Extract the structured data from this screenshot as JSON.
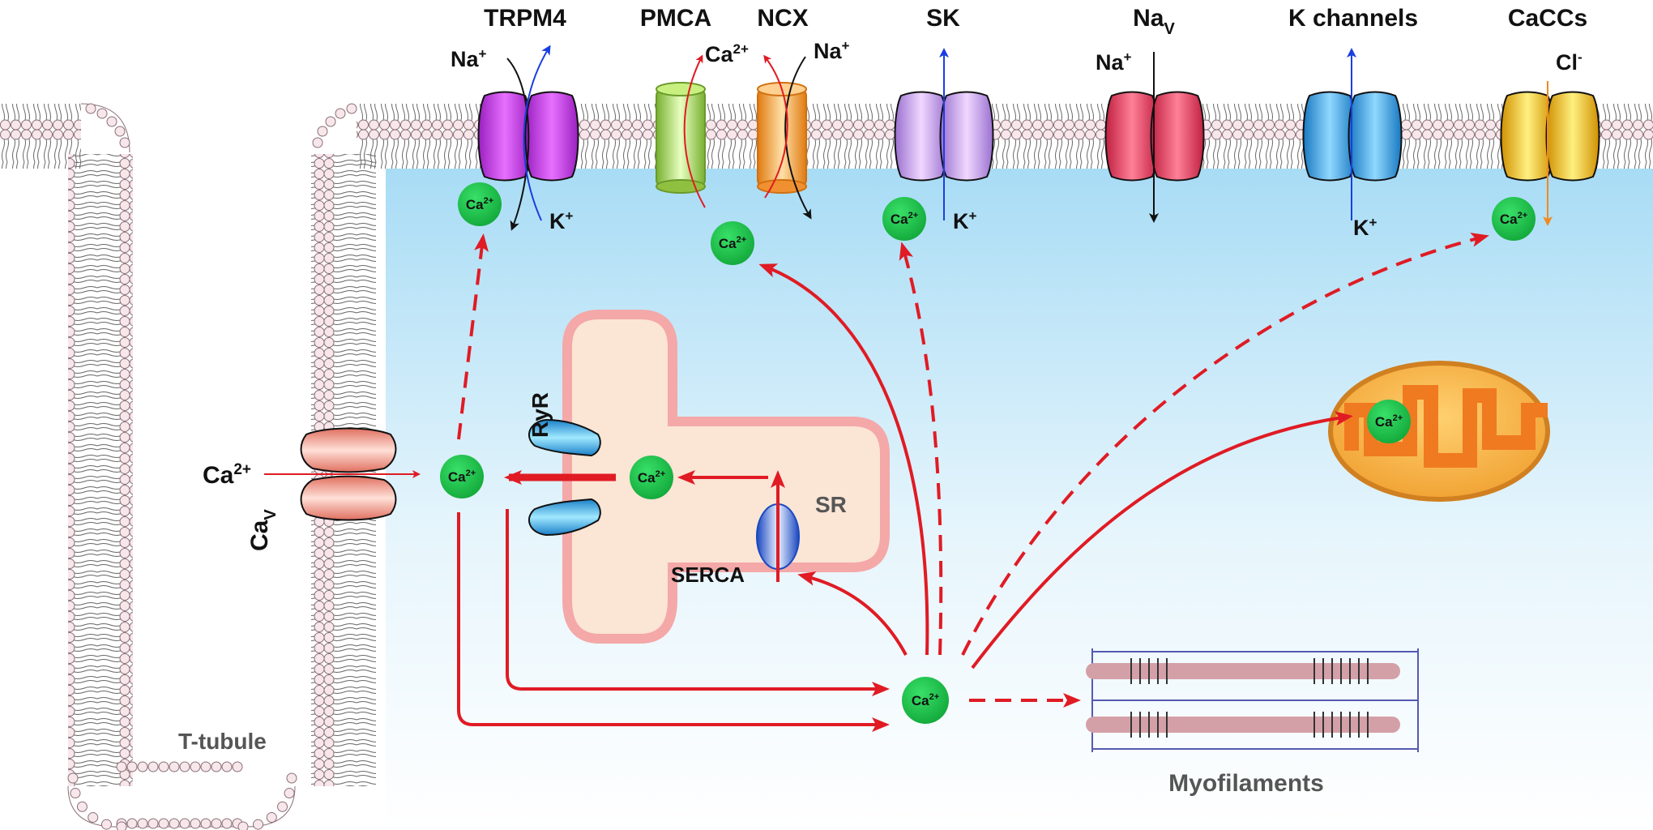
{
  "labels": {
    "trpm4": "TRPM4",
    "pmca": "PMCA",
    "ncx": "NCX",
    "sk": "SK",
    "nav_main": "Na",
    "nav_sub": "V",
    "kchannels": "K channels",
    "caccs": "CaCCs",
    "ryr": "RyR",
    "sr": "SR",
    "serca": "SERCA",
    "t_tubule": "T-tubule",
    "myofilaments": "Myofilaments",
    "cav_main": "Ca",
    "cav_sub": "V"
  },
  "ions": {
    "na": "Na",
    "na_sup": "+",
    "k": "K",
    "k_sup": "+",
    "ca": "Ca",
    "ca_sup": "2+",
    "cl": "Cl",
    "cl_sup": "-"
  },
  "colors": {
    "cytosol_top": "#a8dcf5",
    "membrane_head_fill": "#f7e6ea",
    "membrane_head_stroke": "#8a7078",
    "calcium_ion": "#1dc24a",
    "flux_arrow": "#e01b24",
    "trpm4": "#d050e8",
    "pmca": "#a0d050",
    "ncx": "#f5a84a",
    "sk": "#c9a0e8",
    "nav": "#e04060",
    "k_channel": "#40a8e0",
    "caccs": "#f5c818",
    "cav": "#f0a090",
    "ryr": "#40b8e0",
    "serca": "#3a70d8",
    "sr_fill": "#fbe5d5",
    "sr_border": "#f4a8a8",
    "mito_outer": "#f5b040",
    "mito_inner": "#f07a20",
    "myofilament": "#d4a0a8",
    "blue_flux": "#1a3ee0",
    "orange_flux": "#f08a20"
  }
}
